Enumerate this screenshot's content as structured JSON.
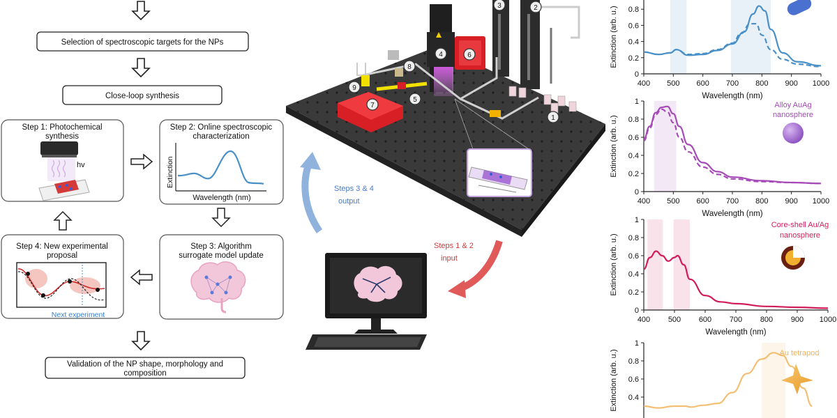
{
  "flow": {
    "selection": "Selection of spectroscopic targets for the NPs",
    "closeloop": "Close-loop synthesis",
    "step1_l1": "Step 1: Photochemical",
    "step1_l2": "synthesis",
    "hv": "hv",
    "step2_l1": "Step 2: Online spectroscopic",
    "step2_l2": "characterization",
    "step2_ylabel": "Extinction",
    "step2_xlabel": "Wavelength (nm)",
    "step3_l1": "Step 3: Algorithm",
    "step3_l2": "surrogate model update",
    "step4_l1": "Step 4: New experimental",
    "step4_l2": "proposal",
    "next": "Next experiment",
    "validation_l1": "Validation of the NP shape, morphology and",
    "validation_l2": "composition"
  },
  "apparatus": {
    "labels": [
      "1",
      "2",
      "3",
      "4",
      "5",
      "6",
      "7",
      "8",
      "9"
    ],
    "steps34_l1": "Steps 3 & 4",
    "steps34_l2": "output",
    "steps12_l1": "Steps 1 & 2",
    "steps12_l2": "input"
  },
  "colors": {
    "blue": "#4a90c8",
    "purple": "#a64ab8",
    "crimson": "#d11c5c",
    "orange": "#f2b45a",
    "arrow_blue": "#8fb3dd",
    "arrow_red": "#e05a5a",
    "laser": "#f2e000",
    "red_part": "#d91f26"
  },
  "chart_data": [
    {
      "type": "line",
      "title": "",
      "xlabel": "Wavelength (nm)",
      "ylabel": "Extinction (arb. u.)",
      "xlim": [
        400,
        1000
      ],
      "ylim": [
        0,
        1
      ],
      "xticks": [
        400,
        500,
        600,
        700,
        800,
        900,
        1000
      ],
      "yticks": [
        0,
        0.2,
        0.4,
        0.6,
        0.8
      ],
      "bands": [
        [
          490,
          545
        ],
        [
          695,
          830
        ]
      ],
      "series": [
        {
          "style": "solid",
          "x": [
            400,
            450,
            490,
            510,
            550,
            600,
            650,
            700,
            740,
            770,
            790,
            810,
            830,
            870,
            920,
            1000
          ],
          "y": [
            0.27,
            0.24,
            0.26,
            0.3,
            0.23,
            0.24,
            0.29,
            0.37,
            0.52,
            0.74,
            0.84,
            0.78,
            0.55,
            0.26,
            0.15,
            0.1
          ]
        },
        {
          "style": "dashed",
          "x": [
            400,
            450,
            490,
            510,
            550,
            600,
            650,
            700,
            730,
            760,
            780,
            800,
            830,
            870,
            920,
            1000
          ],
          "y": [
            0.27,
            0.24,
            0.26,
            0.3,
            0.24,
            0.25,
            0.3,
            0.38,
            0.5,
            0.62,
            0.62,
            0.48,
            0.3,
            0.18,
            0.12,
            0.09
          ]
        }
      ],
      "label": ""
    },
    {
      "type": "line",
      "title": "",
      "xlabel": "Wavelength (nm)",
      "ylabel": "Extinction (arb. u.)",
      "xlim": [
        400,
        1000
      ],
      "ylim": [
        0,
        1
      ],
      "xticks": [
        400,
        500,
        600,
        700,
        800,
        900,
        1000
      ],
      "yticks": [
        0,
        0.2,
        0.4,
        0.6,
        0.8,
        1
      ],
      "bands": [
        [
          435,
          510
        ]
      ],
      "series": [
        {
          "style": "solid",
          "x": [
            400,
            420,
            440,
            460,
            480,
            500,
            520,
            550,
            600,
            650,
            700,
            800,
            900,
            1000
          ],
          "y": [
            0.58,
            0.72,
            0.87,
            0.93,
            0.94,
            0.86,
            0.72,
            0.52,
            0.32,
            0.22,
            0.16,
            0.12,
            0.1,
            0.09
          ]
        },
        {
          "style": "dashed",
          "x": [
            400,
            420,
            440,
            460,
            480,
            500,
            520,
            550,
            600,
            650,
            700,
            800,
            900,
            1000
          ],
          "y": [
            0.56,
            0.7,
            0.85,
            0.91,
            0.88,
            0.76,
            0.6,
            0.44,
            0.27,
            0.19,
            0.14,
            0.11,
            0.1,
            0.09
          ]
        }
      ],
      "label": "Alloy AuAg nanosphere"
    },
    {
      "type": "line",
      "title": "",
      "xlabel": "Wavelength (nm)",
      "ylabel": "Extinction (arb. u.)",
      "xlim": [
        400,
        1000
      ],
      "ylim": [
        0,
        1
      ],
      "xticks": [
        400,
        500,
        600,
        700,
        800,
        900,
        1000
      ],
      "yticks": [
        0,
        0.2,
        0.4,
        0.6,
        0.8,
        1
      ],
      "bands": [
        [
          412,
          462
        ],
        [
          497,
          550
        ]
      ],
      "series": [
        {
          "style": "solid",
          "x": [
            400,
            420,
            440,
            460,
            480,
            500,
            510,
            530,
            550,
            600,
            650,
            700,
            800,
            900,
            1000
          ],
          "y": [
            0.45,
            0.58,
            0.65,
            0.6,
            0.54,
            0.58,
            0.6,
            0.5,
            0.34,
            0.16,
            0.09,
            0.07,
            0.04,
            0.03,
            0.02
          ]
        }
      ],
      "label": "Core-shell Au/Ag nanosphere"
    },
    {
      "type": "line",
      "title": "",
      "xlabel": "",
      "ylabel": "Extinction (arb. u.)",
      "xlim": [
        400,
        1000
      ],
      "ylim": [
        0,
        1
      ],
      "yticks": [
        0.4,
        0.6,
        0.8,
        1
      ],
      "bands": [
        [
          800,
          880
        ]
      ],
      "series": [
        {
          "style": "solid",
          "x": [
            400,
            450,
            500,
            540,
            560,
            600,
            650,
            700,
            750,
            800,
            840,
            870,
            900,
            940,
            970
          ],
          "y": [
            0.3,
            0.28,
            0.3,
            0.3,
            0.29,
            0.31,
            0.33,
            0.45,
            0.66,
            0.82,
            0.89,
            0.86,
            0.74,
            0.5,
            0.3
          ]
        }
      ],
      "label": "Au tetrapod"
    }
  ]
}
